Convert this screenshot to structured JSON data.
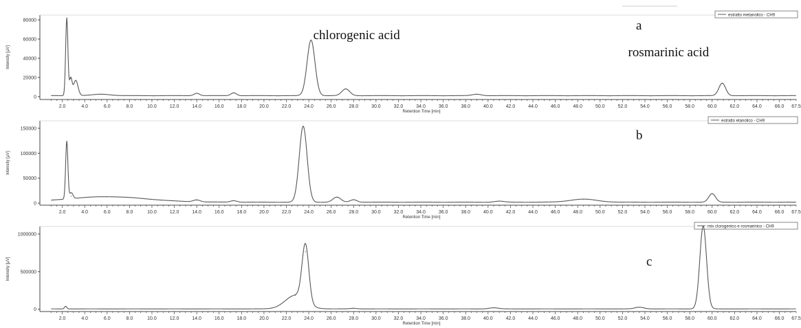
{
  "colors": {
    "trace": "#555555",
    "axis": "#444444",
    "text": "#222222"
  },
  "chart_data": [
    {
      "type": "line",
      "panel_letter": "a",
      "legend": "estratto metanolico - CH9",
      "xlabel": "Retention Time [min]",
      "ylabel": "Intensity [µV]",
      "xlim": [
        0,
        67.5
      ],
      "ylim": [
        -3000,
        85000
      ],
      "yticks": [
        0,
        20000,
        40000,
        60000,
        80000
      ],
      "ytick_labels": [
        "0",
        "20000",
        "40000",
        "60000",
        "80000"
      ],
      "baseline": 1000,
      "peaks": [
        {
          "rt": 2.4,
          "height": 81000,
          "width": 0.1
        },
        {
          "rt": 2.75,
          "height": 18000,
          "width": 0.12
        },
        {
          "rt": 3.2,
          "height": 16000,
          "width": 0.2
        },
        {
          "rt": 5.5,
          "height": 1500,
          "width": 0.8
        },
        {
          "rt": 14.0,
          "height": 2500,
          "width": 0.25
        },
        {
          "rt": 17.3,
          "height": 3000,
          "width": 0.25
        },
        {
          "rt": 24.2,
          "height": 58000,
          "width": 0.35
        },
        {
          "rt": 27.3,
          "height": 7000,
          "width": 0.35
        },
        {
          "rt": 39.0,
          "height": 1500,
          "width": 0.4
        },
        {
          "rt": 60.9,
          "height": 13000,
          "width": 0.3
        }
      ],
      "annotations": [
        {
          "text": "chlorogenic acid",
          "x": 24.4,
          "y": 60000
        },
        {
          "text": "rosmarinic acid",
          "x": 52.5,
          "y": 42000
        }
      ]
    },
    {
      "type": "line",
      "panel_letter": "b",
      "legend": "estratto etanolico - CH9",
      "xlabel": "Retention Time [min]",
      "ylabel": "Intensity [µV]",
      "xlim": [
        0,
        67.5
      ],
      "ylim": [
        -4000,
        165000
      ],
      "yticks": [
        0,
        50000,
        100000,
        150000
      ],
      "ytick_labels": [
        "0",
        "50000",
        "100000",
        "150000"
      ],
      "baseline": 2000,
      "peaks": [
        {
          "rt": 2.4,
          "height": 116000,
          "width": 0.1
        },
        {
          "rt": 2.8,
          "height": 12000,
          "width": 0.15
        },
        {
          "rt": 6.0,
          "height": 11000,
          "width": 3.5
        },
        {
          "rt": 14.0,
          "height": 4000,
          "width": 0.3
        },
        {
          "rt": 17.3,
          "height": 3000,
          "width": 0.3
        },
        {
          "rt": 23.5,
          "height": 152000,
          "width": 0.35
        },
        {
          "rt": 26.5,
          "height": 10000,
          "width": 0.35
        },
        {
          "rt": 28.0,
          "height": 5000,
          "width": 0.3
        },
        {
          "rt": 41.0,
          "height": 2000,
          "width": 0.4
        },
        {
          "rt": 48.5,
          "height": 6000,
          "width": 1.2
        },
        {
          "rt": 60.0,
          "height": 17000,
          "width": 0.3
        }
      ]
    },
    {
      "type": "line",
      "panel_letter": "c",
      "legend": "mix clorogenico e rosmarinico - CH9",
      "xlabel": "Retention Time [min]",
      "ylabel": "Intensity [µV]",
      "xlim": [
        0,
        67.5
      ],
      "ylim": [
        -30000,
        1100000
      ],
      "yticks": [
        0,
        500000,
        1000000
      ],
      "ytick_labels": [
        "0",
        "500000",
        "1000000"
      ],
      "baseline": 5000,
      "peaks": [
        {
          "rt": 2.3,
          "height": 35000,
          "width": 0.1
        },
        {
          "rt": 22.8,
          "height": 180000,
          "width": 0.9
        },
        {
          "rt": 23.7,
          "height": 760000,
          "width": 0.3
        },
        {
          "rt": 28.0,
          "height": 8000,
          "width": 0.3
        },
        {
          "rt": 40.5,
          "height": 15000,
          "width": 0.4
        },
        {
          "rt": 53.5,
          "height": 22000,
          "width": 0.4
        },
        {
          "rt": 59.2,
          "height": 1100000,
          "width": 0.3
        }
      ]
    }
  ],
  "xticks": [
    2,
    4,
    6,
    8,
    10,
    12,
    14,
    16,
    18,
    20,
    22,
    24,
    26,
    28,
    30,
    32,
    34,
    36,
    38,
    40,
    42,
    44,
    46,
    48,
    50,
    52,
    54,
    56,
    58,
    60,
    62,
    64,
    66,
    67.5
  ],
  "xtick_labels": [
    "2.0",
    "4.0",
    "6.0",
    "8.0",
    "10.0",
    "12.0",
    "14.0",
    "16.0",
    "18.0",
    "20.0",
    "22.0",
    "24.0",
    "26.0",
    "28.0",
    "30.0",
    "32.0",
    "34.0",
    "36.0",
    "38.0",
    "40.0",
    "42.0",
    "44.0",
    "46.0",
    "48.0",
    "50.0",
    "52.0",
    "54.0",
    "56.0",
    "58.0",
    "60.0",
    "62.0",
    "64.0",
    "66.0",
    "67.5"
  ]
}
